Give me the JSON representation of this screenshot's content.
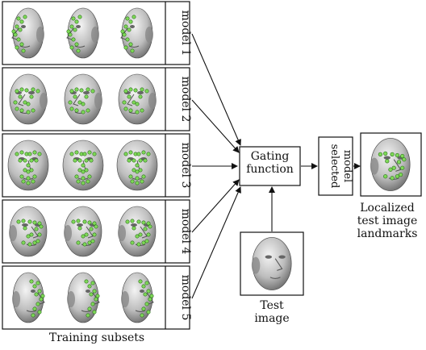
{
  "models": [
    {
      "label": "model 1",
      "view": "right-profile"
    },
    {
      "label": "model 2",
      "view": "right-three-quarter"
    },
    {
      "label": "model 3",
      "view": "frontal"
    },
    {
      "label": "model 4",
      "view": "left-three-quarter"
    },
    {
      "label": "model 5",
      "view": "left-profile"
    }
  ],
  "training_caption": "Training subsets",
  "gating": {
    "line1": "Gating",
    "line2": "function"
  },
  "selected": {
    "line1": "selected",
    "line2": "model"
  },
  "test": {
    "line1": "Test",
    "line2": "image"
  },
  "result": {
    "line1": "Localized",
    "line2": "test image",
    "line3": "landmarks"
  },
  "colors": {
    "landmark": "#7ed957",
    "landmark_edge": "#2f6f1f",
    "face_light": "#eeeeee",
    "face_dark": "#6d6d6d",
    "stroke": "#111111"
  }
}
